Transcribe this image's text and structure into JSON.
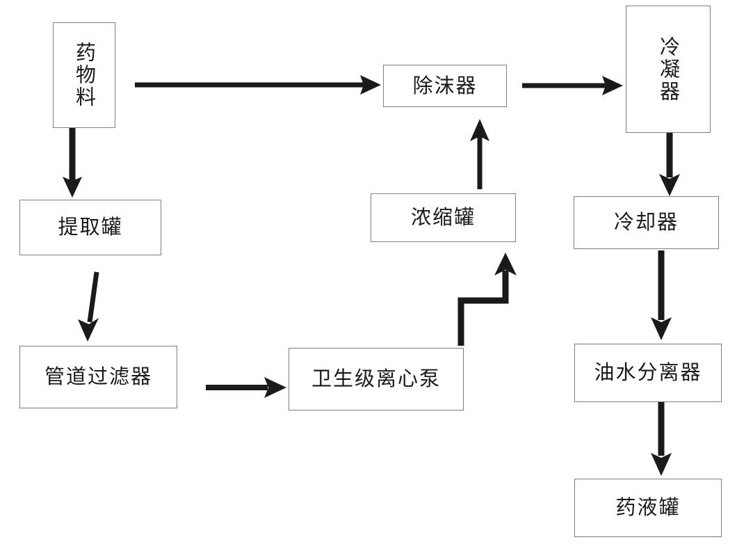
{
  "diagram": {
    "title": "",
    "type": "process-flow-diagram",
    "colors": {
      "box_border": "#7d7f80",
      "arrow": "#1a1a1a",
      "text": "#1a1a1a",
      "background": "#ffffff"
    },
    "nodes": [
      {
        "id": "raw-material",
        "label": "药物料",
        "orientation": "vertical"
      },
      {
        "id": "demister",
        "label": "除沫器",
        "orientation": "horizontal"
      },
      {
        "id": "condenser",
        "label": "冷凝器",
        "orientation": "vertical"
      },
      {
        "id": "extraction-tank",
        "label": "提取罐",
        "orientation": "horizontal"
      },
      {
        "id": "concentration-tank",
        "label": "浓缩罐",
        "orientation": "horizontal"
      },
      {
        "id": "cooler",
        "label": "冷却器",
        "orientation": "horizontal"
      },
      {
        "id": "pipeline-filter",
        "label": "管道过滤器",
        "orientation": "horizontal"
      },
      {
        "id": "centrifugal-pump",
        "label": "卫生级离心泵",
        "orientation": "horizontal"
      },
      {
        "id": "oil-water-separator",
        "label": "油水分离器",
        "orientation": "horizontal"
      },
      {
        "id": "liquid-tank",
        "label": "药液罐",
        "orientation": "horizontal"
      }
    ],
    "edges": [
      {
        "from": "raw-material",
        "to": "demister",
        "direction": "right"
      },
      {
        "from": "demister",
        "to": "condenser",
        "direction": "right"
      },
      {
        "from": "raw-material",
        "to": "extraction-tank",
        "direction": "down"
      },
      {
        "from": "extraction-tank",
        "to": "pipeline-filter",
        "direction": "down"
      },
      {
        "from": "pipeline-filter",
        "to": "centrifugal-pump",
        "direction": "right"
      },
      {
        "from": "centrifugal-pump",
        "to": "concentration-tank",
        "direction": "up-elbow"
      },
      {
        "from": "concentration-tank",
        "to": "demister",
        "direction": "up"
      },
      {
        "from": "condenser",
        "to": "cooler",
        "direction": "down"
      },
      {
        "from": "cooler",
        "to": "oil-water-separator",
        "direction": "down"
      },
      {
        "from": "oil-water-separator",
        "to": "liquid-tank",
        "direction": "down"
      }
    ]
  }
}
